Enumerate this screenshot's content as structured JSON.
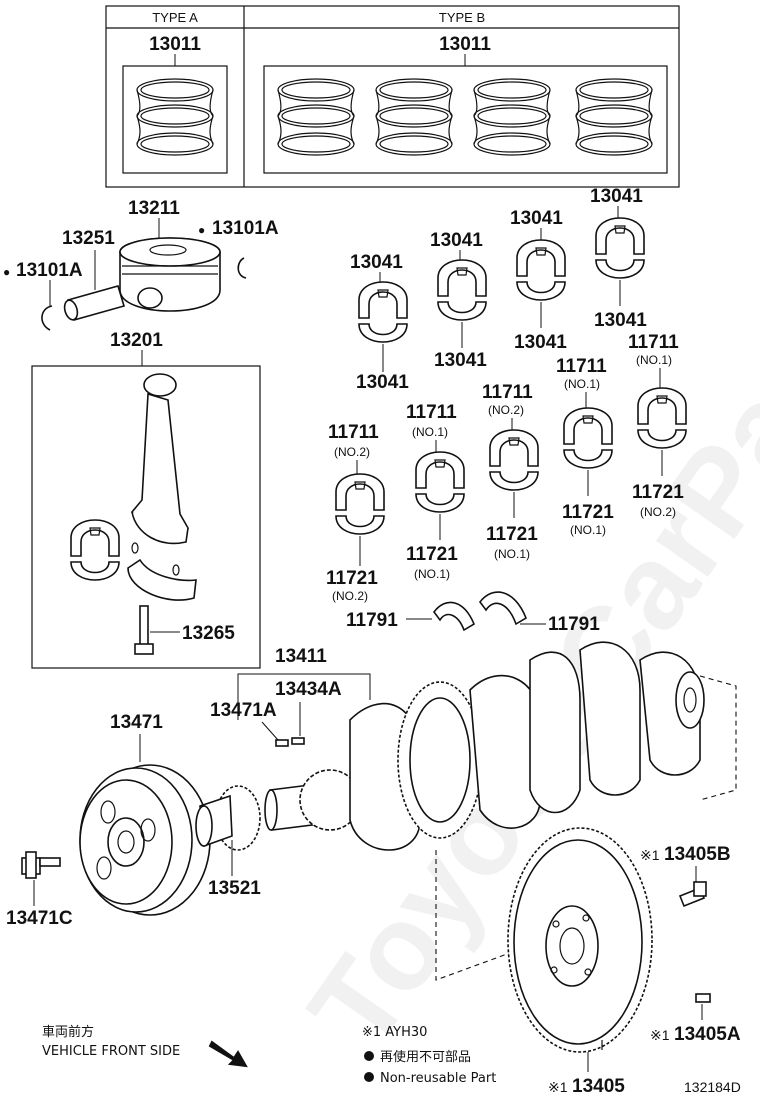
{
  "table": {
    "type_a_header": "TYPE A",
    "type_b_header": "TYPE B",
    "type_a_part": "13011",
    "type_b_part": "13011"
  },
  "labels": {
    "piston": "13211",
    "snap_ring_right": "13101A",
    "pin": "13251",
    "snap_ring_left": "13101A",
    "conrod": "13201",
    "conrod_bolt": "13265",
    "b1_top": "13041",
    "b1_bottom": "13041",
    "b2_top": "13041",
    "b2_bottom": "13041",
    "b3_top": "13041",
    "b3_bottom": "13041",
    "b4_top": "13041",
    "b4_bottom": "13041",
    "m1_top": "11711",
    "m1_top_sub": "(NO.2)",
    "m1_bottom": "11721",
    "m1_bottom_sub": "(NO.2)",
    "m2_top": "11711",
    "m2_top_sub": "(NO.1)",
    "m2_bottom": "11721",
    "m2_bottom_sub": "(NO.1)",
    "m3_top": "11711",
    "m3_top_sub": "(NO.2)",
    "m3_bottom": "11721",
    "m3_bottom_sub": "(NO.1)",
    "m4_top": "11711",
    "m4_top_sub": "(NO.1)",
    "m4_bottom": "11721",
    "m4_bottom_sub": "(NO.1)",
    "m5_top": "11711",
    "m5_top_sub": "(NO.1)",
    "m5_bottom": "11721",
    "m5_bottom_sub": "(NO.2)",
    "thrust_left": "11791",
    "thrust_right": "11791",
    "crankshaft": "13411",
    "key_a": "13434A",
    "key_b": "13471A",
    "pulley": "13471",
    "pulley_bolt": "13471C",
    "timing_gear": "13521",
    "flywheel_bolt": "13405B",
    "flywheel_pin": "13405A",
    "flywheel": "13405"
  },
  "marks": {
    "note_mark": "※1",
    "reuse_dot": "●"
  },
  "legend": {
    "direction_jp": "車両前方",
    "direction_en": "VEHICLE FRONT SIDE",
    "note_1": "※1 AYH30",
    "nonreuse_jp": "再使用不可部品",
    "nonreuse_en": "Non-reusable Part",
    "diagram_code": "132184D"
  }
}
